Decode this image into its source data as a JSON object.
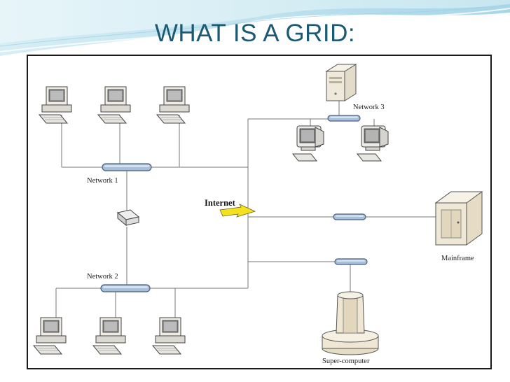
{
  "slide": {
    "title": "WHAT IS A GRID:"
  },
  "diagram": {
    "labels": {
      "network1": "Network 1",
      "network2": "Network 2",
      "network3": "Network 3",
      "internet": "Internet",
      "mainframe": "Mainframe",
      "supercomputer": "Super-computer"
    },
    "colors": {
      "title": "#1b5a72",
      "hub_fill": "#a7bfd8",
      "hub_stroke": "#4a5f7a",
      "line": "#777777",
      "lightning": "#f3e21d",
      "device_fill": "#e9e4d4"
    }
  }
}
